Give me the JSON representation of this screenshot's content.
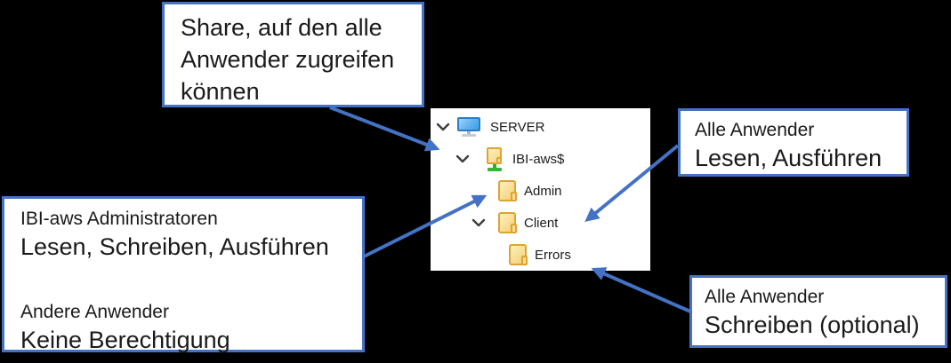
{
  "canvas": {
    "background_color": "#000000",
    "accent_color": "#4472C4",
    "panel_background": "#FFFFFF",
    "folder_color": "#F3CE73",
    "share_stand_color": "#2FAE2F",
    "computer_screen_color": "#3E9EE8"
  },
  "callouts": {
    "share": {
      "lines": [
        "Share, auf den alle",
        "Anwender zugreifen",
        "können"
      ]
    },
    "admin_permissions": {
      "groups": [
        {
          "audience": "IBI-aws Administratoren",
          "permission": "Lesen, Schreiben, Ausführen"
        },
        {
          "audience": "Andere Anwender",
          "permission": "Keine Berechtigung"
        }
      ]
    },
    "client_permissions": {
      "audience": "Alle Anwender",
      "permission": "Lesen, Ausführen"
    },
    "errors_permissions": {
      "audience": "Alle Anwender",
      "permission": "Schreiben (optional)"
    }
  },
  "tree": {
    "items": [
      {
        "label": "SERVER",
        "icon": "computer-icon",
        "level": 0,
        "expanded": true
      },
      {
        "label": "IBI-aws$",
        "icon": "shared-folder-icon",
        "level": 1,
        "expanded": true
      },
      {
        "label": "Admin",
        "icon": "folder-icon",
        "level": 2,
        "expanded": false
      },
      {
        "label": "Client",
        "icon": "folder-icon",
        "level": 2,
        "expanded": true
      },
      {
        "label": "Errors",
        "icon": "folder-icon",
        "level": 3,
        "expanded": false
      }
    ]
  }
}
